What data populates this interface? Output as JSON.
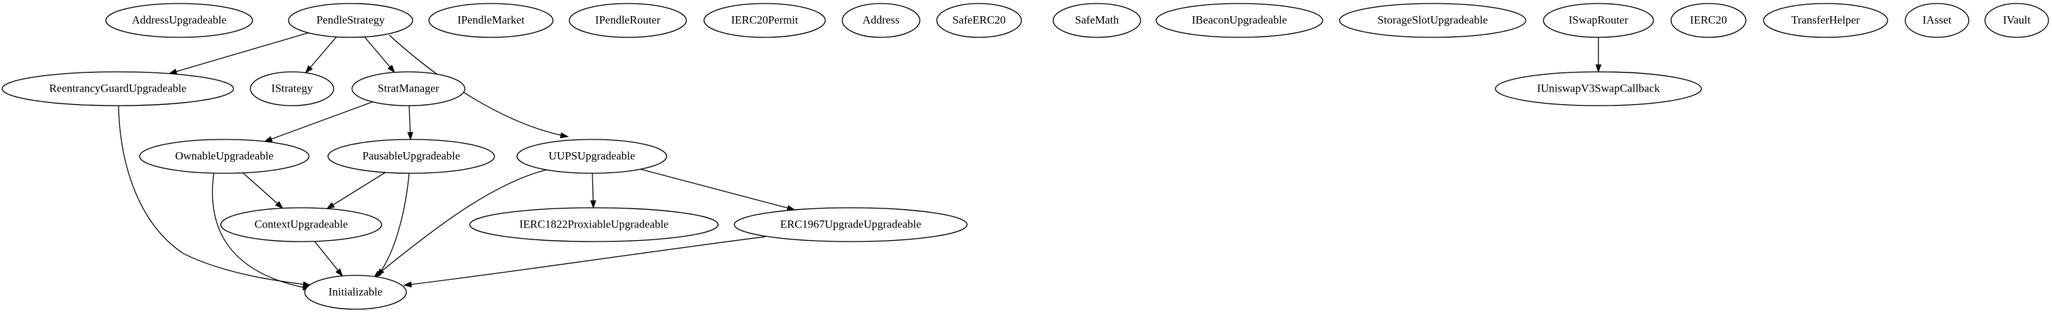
{
  "nodes": [
    {
      "id": "AddressUpgradeable",
      "label": "AddressUpgradeable"
    },
    {
      "id": "PendleStrategy",
      "label": "PendleStrategy"
    },
    {
      "id": "IPendleMarket",
      "label": "IPendleMarket"
    },
    {
      "id": "IPendleRouter",
      "label": "IPendleRouter"
    },
    {
      "id": "IERC20Permit",
      "label": "IERC20Permit"
    },
    {
      "id": "Address",
      "label": "Address"
    },
    {
      "id": "SafeERC20",
      "label": "SafeERC20"
    },
    {
      "id": "SafeMath",
      "label": "SafeMath"
    },
    {
      "id": "IBeaconUpgradeable",
      "label": "IBeaconUpgradeable"
    },
    {
      "id": "StorageSlotUpgradeable",
      "label": "StorageSlotUpgradeable"
    },
    {
      "id": "ISwapRouter",
      "label": "ISwapRouter"
    },
    {
      "id": "IERC20",
      "label": "IERC20"
    },
    {
      "id": "TransferHelper",
      "label": "TransferHelper"
    },
    {
      "id": "IAsset",
      "label": "IAsset"
    },
    {
      "id": "IVault",
      "label": "IVault"
    },
    {
      "id": "ReentrancyGuardUpgradeable",
      "label": "ReentrancyGuardUpgradeable"
    },
    {
      "id": "IStrategy",
      "label": "IStrategy"
    },
    {
      "id": "StratManager",
      "label": "StratManager"
    },
    {
      "id": "IUniswapV3SwapCallback",
      "label": "IUniswapV3SwapCallback"
    },
    {
      "id": "OwnableUpgradeable",
      "label": "OwnableUpgradeable"
    },
    {
      "id": "PausableUpgradeable",
      "label": "PausableUpgradeable"
    },
    {
      "id": "UUPSUpgradeable",
      "label": "UUPSUpgradeable"
    },
    {
      "id": "ContextUpgradeable",
      "label": "ContextUpgradeable"
    },
    {
      "id": "IERC1822ProxiableUpgradeable",
      "label": "IERC1822ProxiableUpgradeable"
    },
    {
      "id": "ERC1967UpgradeUpgradeable",
      "label": "ERC1967UpgradeUpgradeable"
    },
    {
      "id": "Initializable",
      "label": "Initializable"
    }
  ],
  "edges": [
    {
      "from": "PendleStrategy",
      "to": "ReentrancyGuardUpgradeable"
    },
    {
      "from": "PendleStrategy",
      "to": "IStrategy"
    },
    {
      "from": "PendleStrategy",
      "to": "StratManager"
    },
    {
      "from": "PendleStrategy",
      "to": "UUPSUpgradeable"
    },
    {
      "from": "ISwapRouter",
      "to": "IUniswapV3SwapCallback"
    },
    {
      "from": "StratManager",
      "to": "OwnableUpgradeable"
    },
    {
      "from": "StratManager",
      "to": "PausableUpgradeable"
    },
    {
      "from": "ReentrancyGuardUpgradeable",
      "to": "Initializable"
    },
    {
      "from": "OwnableUpgradeable",
      "to": "ContextUpgradeable"
    },
    {
      "from": "OwnableUpgradeable",
      "to": "Initializable"
    },
    {
      "from": "PausableUpgradeable",
      "to": "ContextUpgradeable"
    },
    {
      "from": "PausableUpgradeable",
      "to": "Initializable"
    },
    {
      "from": "UUPSUpgradeable",
      "to": "IERC1822ProxiableUpgradeable"
    },
    {
      "from": "UUPSUpgradeable",
      "to": "ERC1967UpgradeUpgradeable"
    },
    {
      "from": "UUPSUpgradeable",
      "to": "Initializable"
    },
    {
      "from": "ContextUpgradeable",
      "to": "Initializable"
    },
    {
      "from": "ERC1967UpgradeUpgradeable",
      "to": "Initializable"
    }
  ]
}
